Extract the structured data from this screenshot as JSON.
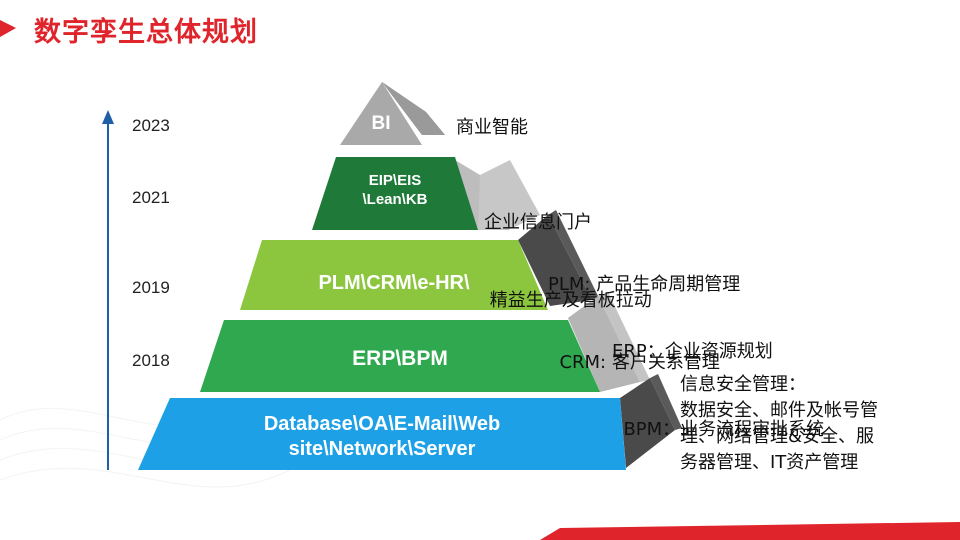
{
  "title": "数字孪生总体规划",
  "years": [
    "2023",
    "2021",
    "2019",
    "2018"
  ],
  "layers": [
    {
      "label_lines": [
        "BI"
      ],
      "color": "#a9a9a9",
      "desc_lines": [
        "商业智能"
      ]
    },
    {
      "label_lines": [
        "EIP\\EIS",
        "\\Lean\\KB"
      ],
      "color": "#1f7a3a",
      "desc_lines": [
        "企业信息门户",
        " 精益生产及看板拉动"
      ]
    },
    {
      "label_lines": [
        "PLM\\CRM\\e-HR\\"
      ],
      "color": "#8cc63f",
      "desc_lines": [
        "PLM: 产品生命周期管理",
        "  CRM: 客户关系管理"
      ]
    },
    {
      "label_lines": [
        "ERP\\BPM"
      ],
      "color": "#2fa84f",
      "desc_lines": [
        "ERP：企业资源规划",
        "  BPM：业务流程审批系统"
      ]
    },
    {
      "label_lines": [
        "Database\\OA\\E-Mail\\Web",
        "site\\Network\\Server"
      ],
      "color": "#1ea0e6",
      "desc_lines": [
        "信息安全管理：",
        "数据安全、邮件及帐号管",
        "理、网络管理&安全、服",
        "务器管理、IT资产管理"
      ]
    }
  ],
  "colors": {
    "accent": "#e0242b",
    "arrow": "#1f5fa8",
    "side_dark": "#4a4a4a",
    "side_light": "#bcbcbc"
  }
}
